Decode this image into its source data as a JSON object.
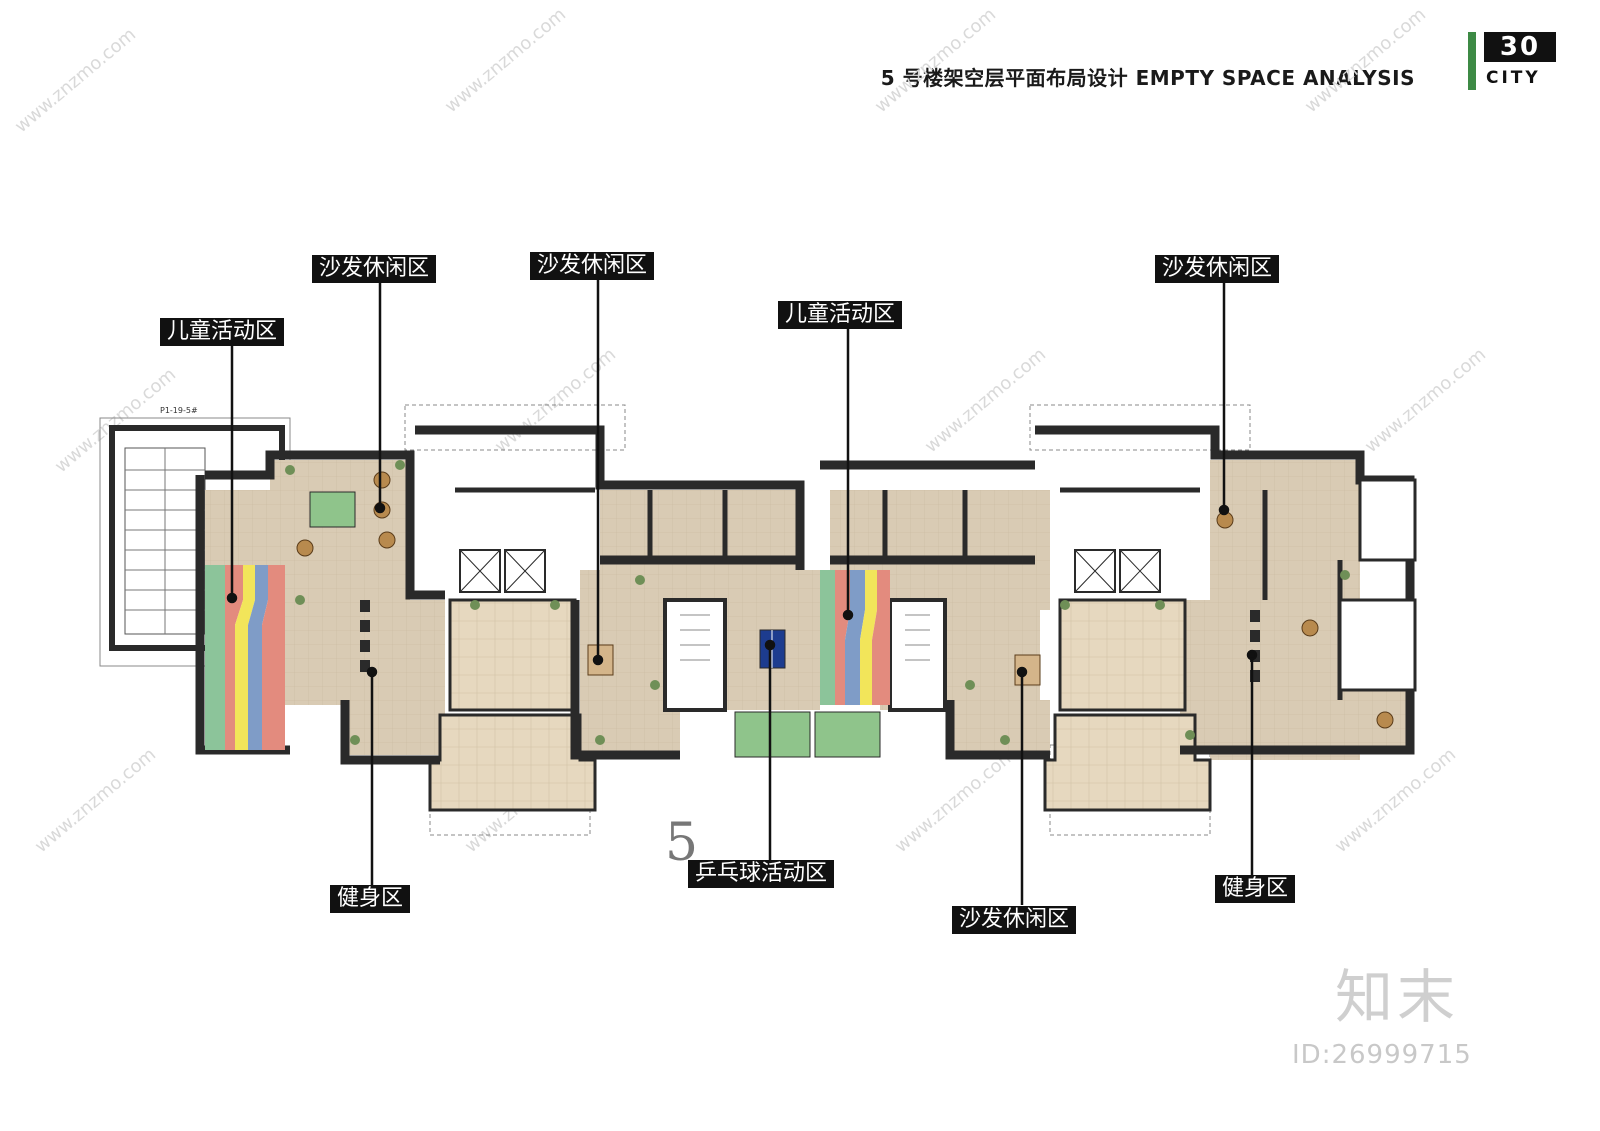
{
  "header": {
    "title": "5 号楼架空层平面布局设计 EMPTY SPACE  ANALYSIS",
    "logo_number": "30",
    "logo_text": "CITY"
  },
  "plan": {
    "building_number": "5",
    "drawing_note": "P1-19-5#"
  },
  "callouts": [
    {
      "id": "sofa-1",
      "label": "沙发休闲区"
    },
    {
      "id": "sofa-2",
      "label": "沙发休闲区"
    },
    {
      "id": "sofa-3",
      "label": "沙发休闲区"
    },
    {
      "id": "sofa-4",
      "label": "沙发休闲区"
    },
    {
      "id": "kids-1",
      "label": "儿童活动区"
    },
    {
      "id": "kids-2",
      "label": "儿童活动区"
    },
    {
      "id": "gym-1",
      "label": "健身区"
    },
    {
      "id": "gym-2",
      "label": "健身区"
    },
    {
      "id": "pingpong",
      "label": "乒乓球活动区"
    }
  ],
  "watermark": {
    "brand": "知末",
    "id": "ID:26999715",
    "site": "www.znzmo.com"
  },
  "colors": {
    "floor": "#d9cbb4",
    "wall": "#2a2a2a",
    "kids_red": "#e38b7e",
    "kids_yellow": "#f2e55a",
    "kids_blue": "#7f9cc7",
    "kids_green": "#8cc49a",
    "lawn": "#8fc48b",
    "pingpong_table": "#1d3c8f"
  }
}
